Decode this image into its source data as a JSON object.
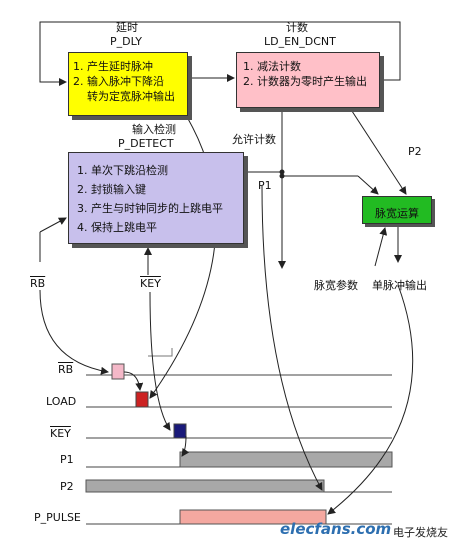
{
  "blocks": {
    "dly": {
      "title": "延时",
      "name": "P_DLY",
      "items": [
        "1. 产生延时脉冲",
        "2. 输入脉冲下降沿",
        "    转为定宽脉冲输出"
      ]
    },
    "cnt": {
      "title": "计数",
      "name": "LD_EN_DCNT",
      "items": [
        "1. 减法计数",
        "2. 计数器为零时产生输出"
      ]
    },
    "det": {
      "title": "输入检测",
      "name": "P_DETECT",
      "items": [
        "1. 单次下跳沿检测",
        "2. 封锁输入键",
        "3. 产生与时钟同步的上跳电平",
        "4. 保持上跳电平"
      ]
    },
    "calc": {
      "label": "脉宽运算"
    }
  },
  "signals": {
    "allow_count": "允许计数",
    "p1": "P1",
    "p2": "P2",
    "rb": "RB",
    "key": "KEY",
    "width_param": "脉宽参数",
    "single_out": "单脉冲输出"
  },
  "timing": {
    "rows": [
      "RB",
      "LOAD",
      "KEY",
      "P1",
      "P2",
      "P_PULSE"
    ]
  },
  "watermark": {
    "brand": "elecfans.com",
    "cn": "电子发烧友"
  },
  "colors": {
    "dly": "#ffff00",
    "cnt": "#ffc0c8",
    "det": "#c8c0ec",
    "calc": "#22bb22",
    "rb_pulse": "#f4b8c8",
    "load_pulse": "#cc2222",
    "key_pulse": "#1a1a7a",
    "level_gray": "#a8a8a8",
    "pulse_pink": "#f4a8a0"
  }
}
